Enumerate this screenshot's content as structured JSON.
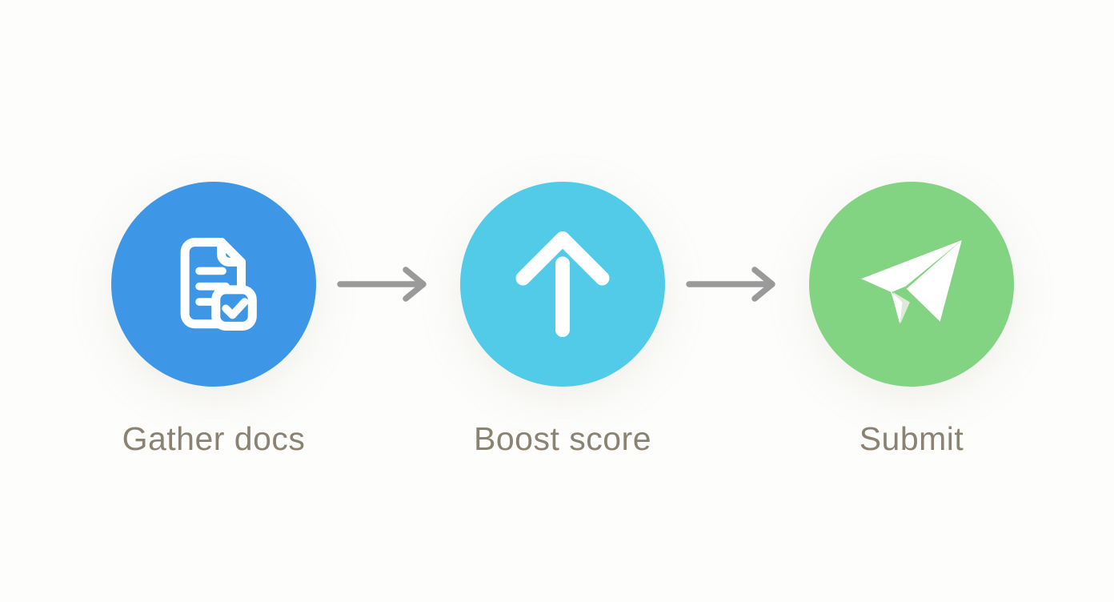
{
  "flow": {
    "steps": [
      {
        "label": "Gather docs",
        "icon": "document-check-icon",
        "circle_color": "#3e96e6"
      },
      {
        "label": "Boost score",
        "icon": "arrow-up-icon",
        "circle_color": "#52cbe9"
      },
      {
        "label": "Submit",
        "icon": "paper-plane-icon",
        "circle_color": "#82d482"
      }
    ],
    "connector_color": "#9a9a9a",
    "label_color": "#8a8374",
    "icon_color": "#ffffff",
    "plane_fold_shadow_color": "#dfe9da",
    "background_color": "#fdfdfc"
  }
}
